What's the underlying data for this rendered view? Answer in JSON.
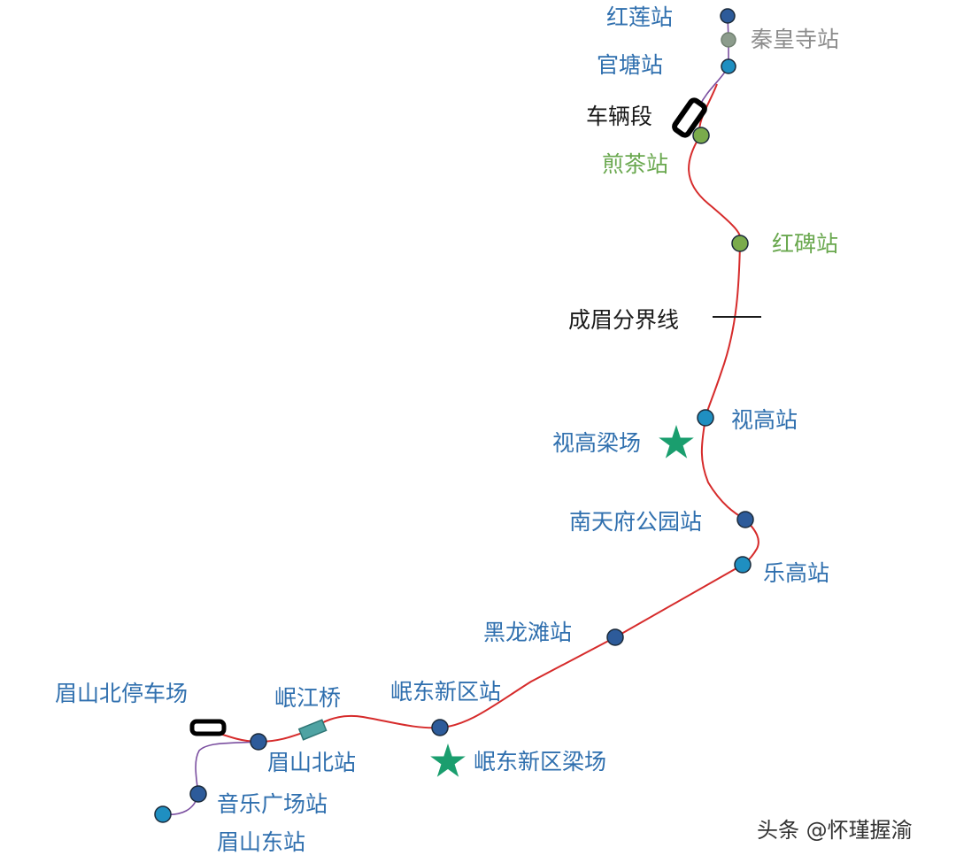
{
  "colors": {
    "line_main": "#d62b2b",
    "line_branch": "#7b4fa0",
    "station_blue": "#1f8fc1",
    "station_navy": "#2d5b9a",
    "station_green": "#7aab4c",
    "station_gray": "#8c9c8c",
    "label_blue": "#2f6fae",
    "label_green": "#6aa84f",
    "label_gray": "#8c8c8c",
    "star": "#1a9e6e",
    "bridge": "#4fa3a3"
  },
  "stations": [
    {
      "id": "honglian",
      "name": "红莲站",
      "style": "navy"
    },
    {
      "id": "qinhuangsi",
      "name": "秦皇寺站",
      "style": "gray"
    },
    {
      "id": "guantang",
      "name": "官塘站",
      "style": "blue"
    },
    {
      "id": "jiancha",
      "name": "煎茶站",
      "style": "green"
    },
    {
      "id": "hongbei",
      "name": "红碑站",
      "style": "green"
    },
    {
      "id": "shigao",
      "name": "视高站",
      "style": "blue"
    },
    {
      "id": "nantianfu",
      "name": "南天府公园站",
      "style": "navy"
    },
    {
      "id": "legao",
      "name": "乐高站",
      "style": "blue"
    },
    {
      "id": "heilongtan",
      "name": "黑龙滩站",
      "style": "navy"
    },
    {
      "id": "mindong",
      "name": "岷东新区站",
      "style": "navy"
    },
    {
      "id": "meishanbei",
      "name": "眉山北站",
      "style": "navy"
    },
    {
      "id": "yinyue",
      "name": "音乐广场站",
      "style": "navy"
    },
    {
      "id": "meishandong",
      "name": "眉山东站",
      "style": "blue"
    }
  ],
  "facilities": {
    "depot_north": "车辆段",
    "depot_south": "眉山北停车场",
    "boundary": "成眉分界线",
    "bridge": "岷江桥",
    "beam_yard_shigao": "视高梁场",
    "beam_yard_mindong": "岷东新区梁场"
  },
  "watermark": "头条 @怀瑾握渝"
}
